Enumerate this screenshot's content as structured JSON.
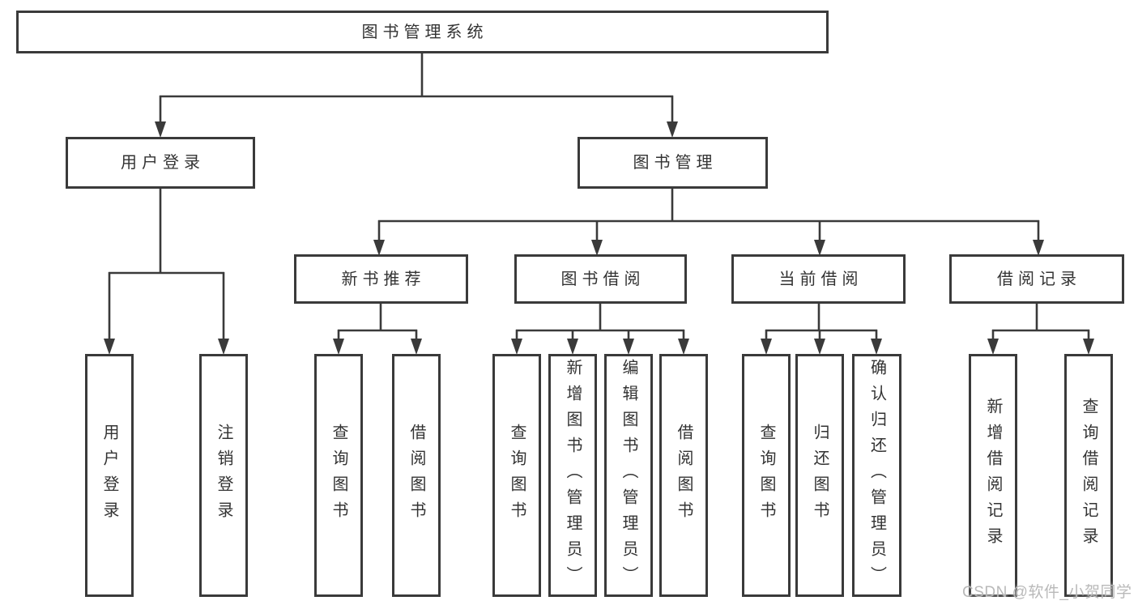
{
  "page": {
    "watermark": "CSDN @软件_小贺同学"
  },
  "colors": {
    "line": "#3a3a3a",
    "border": "#3a3a3a",
    "text": "#333333",
    "watermark": "#b9b9b9",
    "background": "#ffffff"
  },
  "tree": {
    "root": {
      "label": "图书管理系统"
    },
    "branches": [
      {
        "label": "用户登录",
        "leaves": [
          {
            "label": "用户登录"
          },
          {
            "label": "注销登录"
          }
        ]
      },
      {
        "label": "图书管理",
        "groups": [
          {
            "label": "新书推荐",
            "leaves": [
              {
                "label": "查询图书"
              },
              {
                "label": "借阅图书"
              }
            ]
          },
          {
            "label": "图书借阅",
            "leaves": [
              {
                "label": "查询图书"
              },
              {
                "label": "新增图书（管理员）"
              },
              {
                "label": "编辑图书（管理员）"
              },
              {
                "label": "借阅图书"
              }
            ]
          },
          {
            "label": "当前借阅",
            "leaves": [
              {
                "label": "查询图书"
              },
              {
                "label": "归还图书"
              },
              {
                "label": "确认归还（管理员）"
              }
            ]
          },
          {
            "label": "借阅记录",
            "leaves": [
              {
                "label": "新增借阅记录"
              },
              {
                "label": "查询借阅记录"
              }
            ]
          }
        ]
      }
    ]
  }
}
